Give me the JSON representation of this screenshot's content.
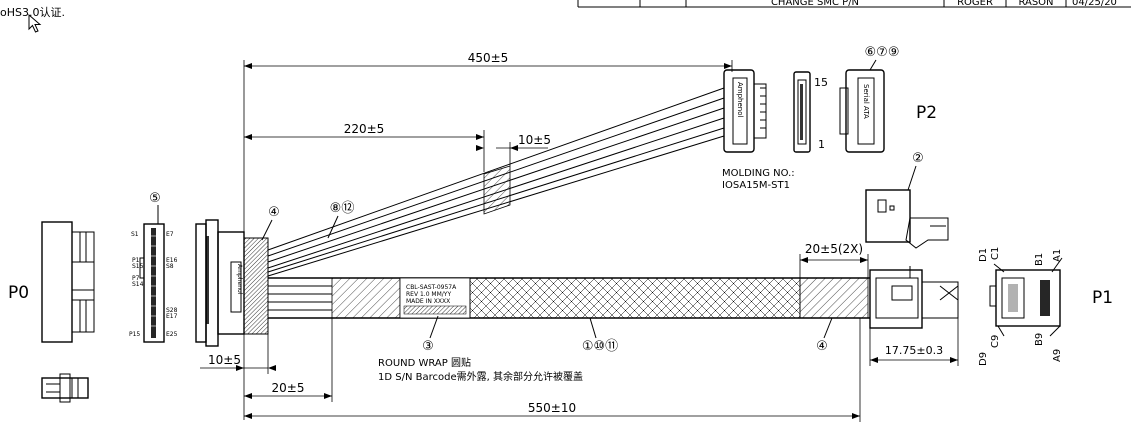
{
  "top_left_note": "oHS3.0认证.",
  "title_block": {
    "description": "CHANGE SMC P/N",
    "drawn_by": "ROGER",
    "checked_by": "RASON",
    "date": "04/25/20"
  },
  "dimensions": {
    "total_length": "550±10",
    "sata_branch_length": "450±5",
    "branch_point": "220±5",
    "sleeve_10": "10±5",
    "left_sleeve": "10±5",
    "left_offset": "20±5",
    "right_sleeve": "20±5(2X)",
    "connector_width": "17.75±0.3"
  },
  "labels": {
    "p0": "P0",
    "p1": "P1",
    "p2": "P2",
    "molding_title": "MOLDING NO.:",
    "molding_part": "IOSA15M-ST1",
    "round_wrap": "ROUND WRAP 圆贴",
    "barcode_note": "1D S/N Barcode需外露, 其余部分允许被覆盖",
    "sata_pin_top": "15",
    "sata_pin_bottom": "1",
    "brand": "Amphenol",
    "serial_ata": "Serial ATA"
  },
  "barcode_label": {
    "line1": "CBL-SAST-0957A",
    "line2": "REV 1.0   MM/YY",
    "line3": "MADE IN XXXX"
  },
  "callouts": {
    "c2": "②",
    "c3": "③",
    "c4a": "④",
    "c4b": "④",
    "c5": "⑤",
    "c679": "⑥⑦⑨",
    "c812": "⑧⑫",
    "c11011": "①⑩⑪"
  },
  "p0_pins": {
    "s1": "S1",
    "e7": "E7",
    "e16": "E16",
    "s8": "S8",
    "s28": "S28",
    "e17": "E17",
    "p15": "P15",
    "e25": "E25",
    "p1a": "P1",
    "p7": "P7",
    "s15": "S15",
    "s14": "S14"
  },
  "p1_pins": {
    "d1": "D1",
    "c1": "C1",
    "b1": "B1",
    "a1": "A1",
    "d9": "D9",
    "c9": "C9",
    "b9": "B9",
    "a9": "A9"
  }
}
